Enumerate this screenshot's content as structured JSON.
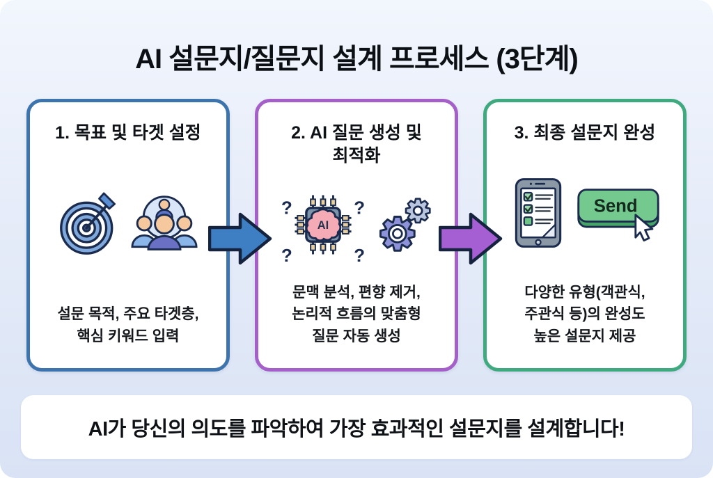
{
  "page": {
    "title": "AI 설문지/질문지 설계 프로세스 (3단계)",
    "footer_banner": "AI가 당신의 의도를 파악하여 가장 효과적인 설문지를 설계합니다!"
  },
  "steps": [
    {
      "heading": "1. 목표 및 타겟 설정",
      "description": "설문 목적, 주요 타겟층, 핵심 키워드 입력",
      "icons": [
        "target-icon",
        "audience-icon"
      ],
      "border_color": "#3d74ad"
    },
    {
      "heading": "2. AI 질문 생성 및 최적화",
      "description": "문맥 분석, 편향 제거, 논리적 흐름의 맞춤형 질문 자동 생성",
      "icons": [
        "ai-chip-icon",
        "gears-icon"
      ],
      "border_color": "#a55fc8"
    },
    {
      "heading": "3. 최종 설문지 완성",
      "description": "다양한 유형(객관식, 주관식 등)의 완성도 높은 설문지 제공",
      "icons": [
        "survey-tablet-icon",
        "send-button-icon"
      ],
      "border_color": "#3fa97f"
    }
  ],
  "icon_labels": {
    "ai_chip": "AI",
    "send_button": "Send"
  },
  "arrows": [
    {
      "direction": "right",
      "fill": "#3e7fc4"
    },
    {
      "direction": "right",
      "fill": "#a55fd2"
    }
  ],
  "colors": {
    "background_top": "#f2f6fd",
    "background_bottom": "#d9e3f5",
    "card_background": "#ffffff",
    "outline_dark": "#1b2b4d",
    "send_green": "#74c98e",
    "text_dark": "#0e1116"
  }
}
